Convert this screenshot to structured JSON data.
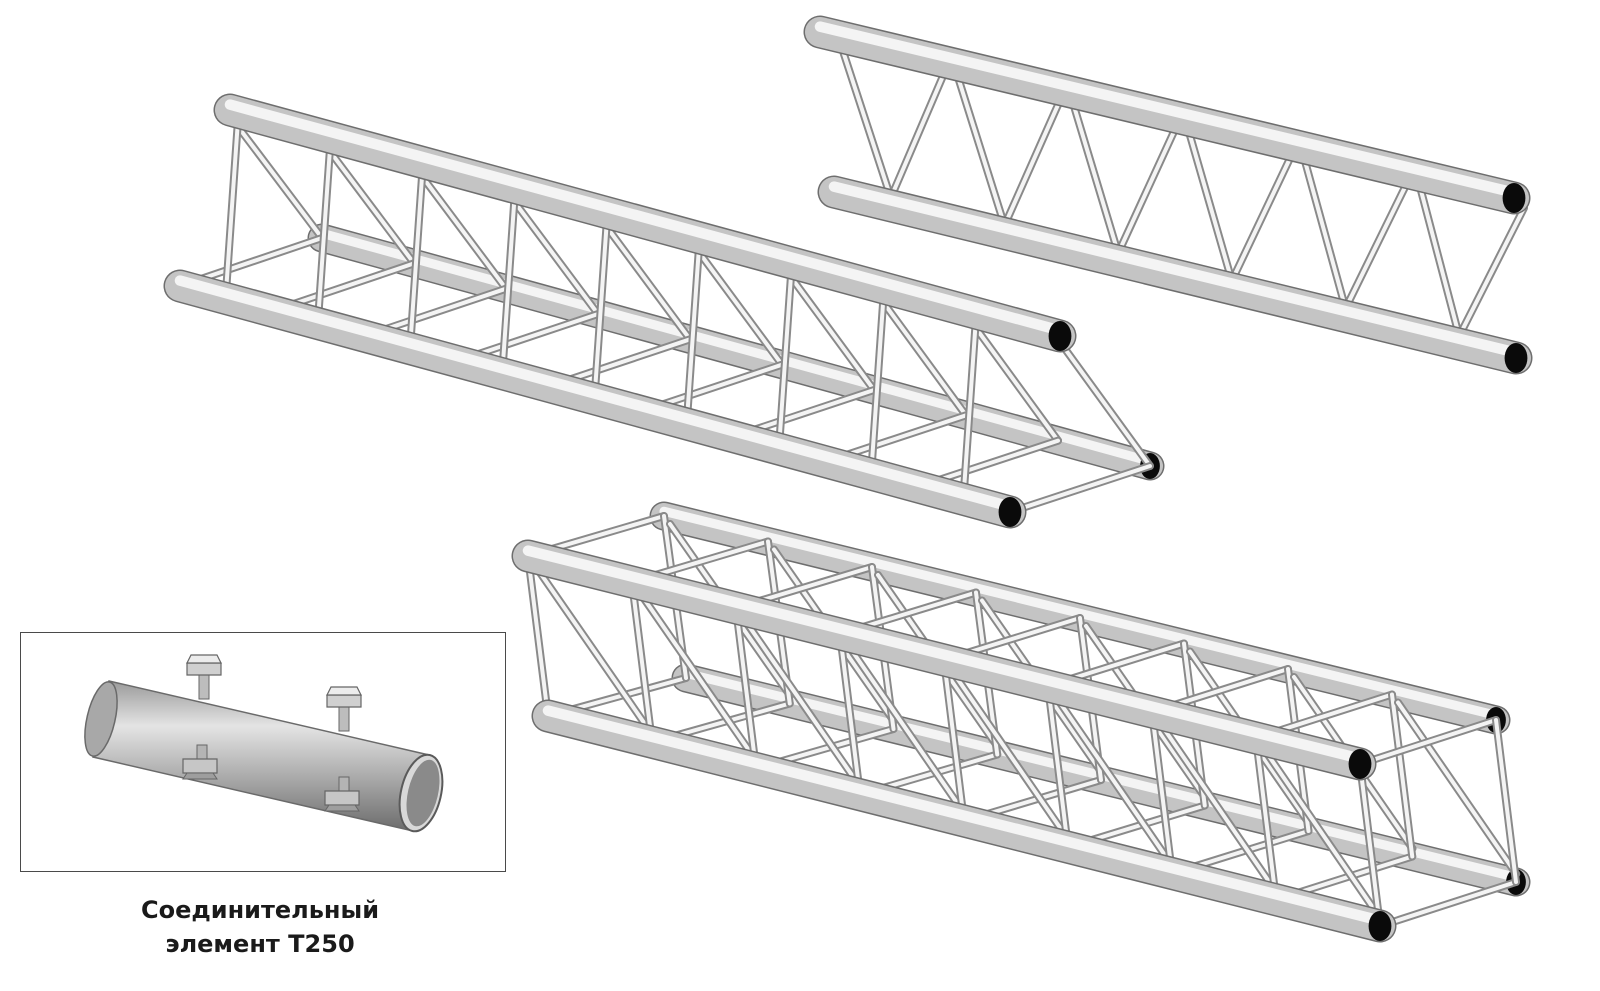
{
  "caption": {
    "line1": "Соединительный",
    "line2": "элемент Т250"
  },
  "colors": {
    "tube_light": "#f4f4f4",
    "tube_mid": "#c4c4c4",
    "tube_dark": "#8a8a8a",
    "tube_edge": "#6e6e6e",
    "tube_hole": "#0a0a0a",
    "frame": "#4a4a4a",
    "caption_text": "#1a1a1a"
  },
  "icons": [
    "triangular-truss-image",
    "ladder-truss-image",
    "square-truss-image",
    "connector-tube-image",
    "bolt-icon"
  ]
}
